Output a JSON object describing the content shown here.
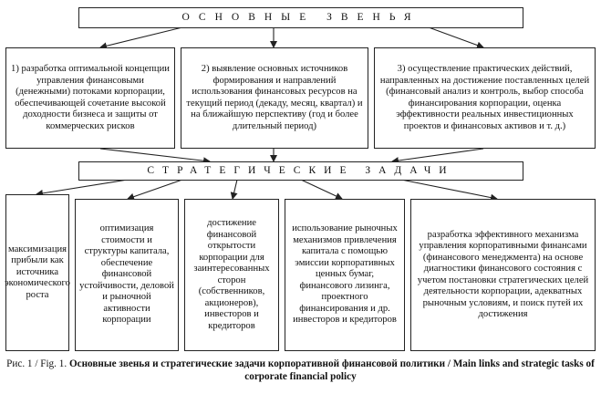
{
  "header_main": "Основные звенья",
  "header_tasks": "Стратегические задачи",
  "links": [
    "1) разработка оптимальной концепции управления финансовыми (денежными) потоками корпорации, обеспечивающей сочетание высокой доходности бизнеса и защиты от коммерческих рисков",
    "2) выявление основных источников формирования и направлений использования финансовых ресурсов на текущий период (декаду, месяц, квартал) и на ближайшую перспективу (год и более длительный период)",
    "3) осуществление практических действий, направленных на достижение поставленных целей (финансовый анализ и контроль, выбор способа финансирования корпорации, оценка эффективности реальных инвестиционных проектов и финансовых активов и т. д.)"
  ],
  "tasks": [
    "максимизация прибыли как источника экономического роста",
    "оптимизация стоимости и структуры капитала, обеспечение финансовой устойчивости, деловой и рыночной активности корпорации",
    "достижение финансовой открытости корпорации для заинтересованных сторон (собственников, акционеров), инвесторов и кредиторов",
    "использование рыночных механизмов привлечения капитала с помощью эмиссии корпоративных ценных бумаг, финансового лизинга, проектного финансирования и др. инвесторов и кредиторов",
    "разработка эффективного механизма управления корпоративными финансами (финансового менеджмента) на основе диагностики финансового состояния с учетом постановки стратегических целей деятельности корпорации, адекватных рыночным условиям, и поиск путей их достижения"
  ],
  "caption": {
    "label": "Рис. 1 / Fig. 1.",
    "title": "Основные звенья и стратегические задачи корпоративной финансовой политики / Main links and strategic tasks of corporate financial policy"
  }
}
